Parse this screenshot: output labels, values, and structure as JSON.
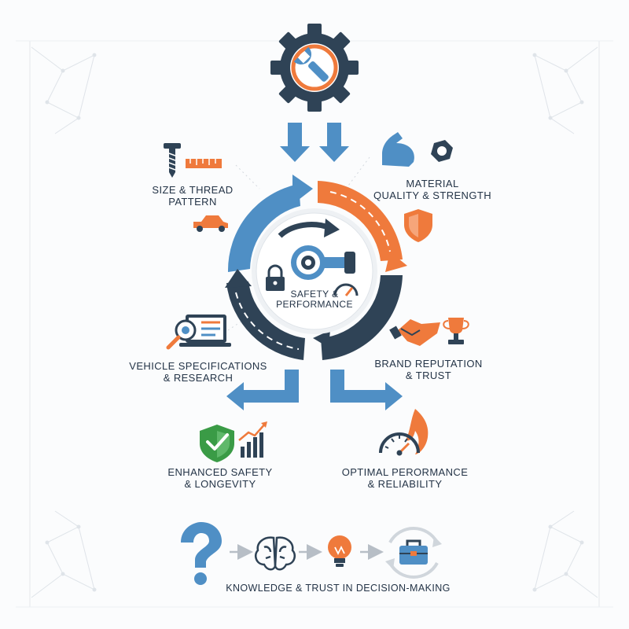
{
  "colors": {
    "navy": "#2f4356",
    "blue": "#4f8fc5",
    "orange": "#ef7a3c",
    "green": "#3a9b46",
    "grey": "#9aa3ad",
    "bg": "#fbfcfd"
  },
  "icons": {
    "top": "gear-wrench-icon",
    "center": [
      "wheel-axle-icon",
      "lock-icon",
      "speedometer-icon",
      "curved-arrow-icon"
    ],
    "size_thread": [
      "screw-icon",
      "ruler-icon",
      "car-icon"
    ],
    "material": [
      "flexed-arm-icon",
      "hex-nut-icon",
      "shield-icon"
    ],
    "vehicle_specs": [
      "magnifier-icon",
      "monitor-icon"
    ],
    "brand": [
      "handshake-icon",
      "trophy-icon"
    ],
    "safety_outcome": [
      "check-shield-icon",
      "growth-chart-icon"
    ],
    "performance_outcome": [
      "speedometer-flame-icon"
    ],
    "decision_chain": [
      "question-mark-icon",
      "brain-icon",
      "lightbulb-icon",
      "briefcase-cycle-icon"
    ]
  },
  "center": {
    "line1": "SAFETY &",
    "line2": "PERFORMANCE"
  },
  "factors": {
    "size_thread": {
      "line1": "SIZE & THREAD",
      "line2": "PATTERN"
    },
    "material": {
      "line1": "MATERIAL",
      "line2": "QUALITY & STRENGTH"
    },
    "vehicle_specs": {
      "line1": "VEHICLE SPECIFICATIONS",
      "line2": "& RESEARCH"
    },
    "brand": {
      "line1": "BRAND REPUTATION",
      "line2": "& TRUST"
    }
  },
  "outcomes": {
    "safety": {
      "line1": "ENHANCED SAFETY",
      "line2": "& LONGEVITY"
    },
    "performance": {
      "line1": "OPTIMAL PERORMANCE",
      "line2": "& RELIABILITY"
    }
  },
  "footer": {
    "caption": "KNOWLEDGE & TRUST IN DECISION-MAKING"
  }
}
